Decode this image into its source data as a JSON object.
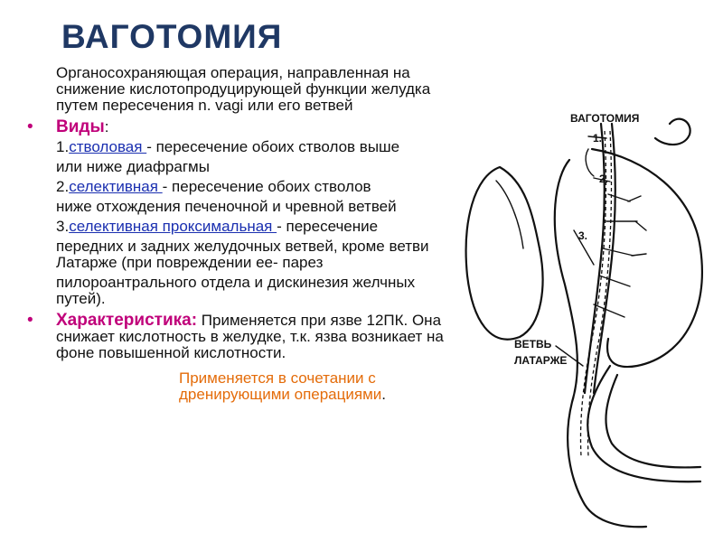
{
  "title": "ВАГОТОМИЯ",
  "intro": "Органосохраняющая операция, направленная на снижение кислотопродуцирующей функции желудка путем пересечения n. vagi или его ветвей",
  "bullet_symbol": "•",
  "vidy": {
    "label": "Виды",
    "suffix": ":"
  },
  "types": [
    {
      "num": "1.",
      "link": "стволовая ",
      "rest": "- пересечение обоих стволов выше",
      "cont": "или ниже диафрагмы"
    },
    {
      "num": "2.",
      "link": "селективная ",
      "rest": "- пересечение обоих стволов",
      "cont": "ниже отхождения печеночной и чревной ветвей"
    },
    {
      "num": "3.",
      "link": "селективная проксимальная ",
      "rest": "- пересечение",
      "cont": "передних и задних желудочных ветвей, кроме ветви Латарже (при повреждении ее- парез",
      "cont2": "пилороантрального отдела и дискинезия желчных путей)."
    }
  ],
  "characteristic": {
    "label": "Характеристика:",
    "text": " Применяется при язве 12ПК. Она снижает кислотность в желудке, т.к. язва возникает на фоне повышенной кислотности."
  },
  "note": {
    "text": "Применяется в сочетании с дренирующими операциями",
    "dot": "."
  },
  "diagram": {
    "title": "ВАГОТОМИЯ",
    "marks": [
      "1.",
      "2.",
      "3."
    ],
    "branch_label_1": "ВЕТВЬ",
    "branch_label_2": "ЛАТАРЖЕ"
  },
  "colors": {
    "title": "#1f3864",
    "bullet": "#c0007a",
    "link": "#1a2fb0",
    "note": "#e46c0a"
  }
}
